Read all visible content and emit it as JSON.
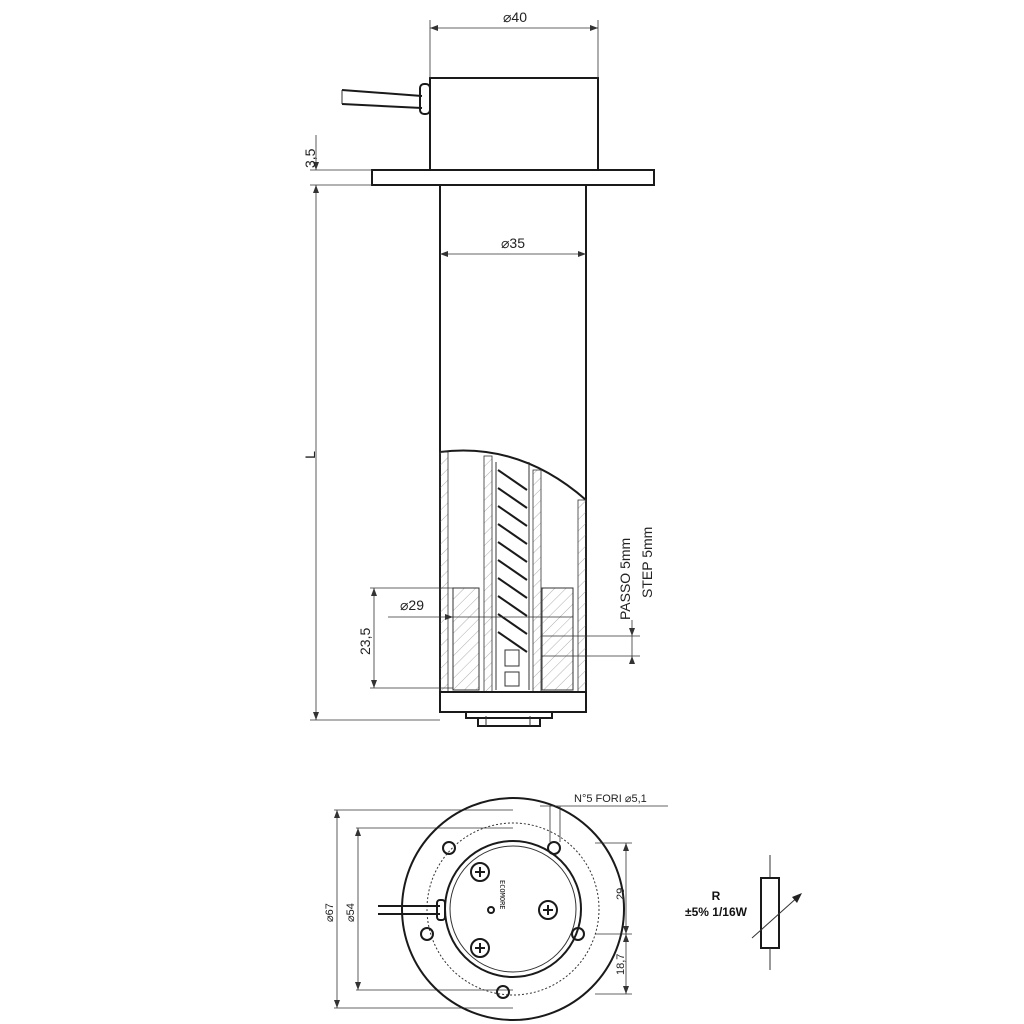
{
  "labels": {
    "dia_top": "⌀40",
    "dia_tube": "⌀35",
    "dia_float": "⌀29",
    "flange_thk": "3,5",
    "length": "L",
    "float_h": "23,5",
    "passo": "PASSO 5mm",
    "step": "STEP 5mm",
    "holes": "N°5 FORI ⌀5,1",
    "dia_outer": "⌀67",
    "dia_pcd": "⌀54",
    "dim_29": "29",
    "dim_187": "18,7",
    "res_r": "R",
    "res_spec": "±5% 1/16W",
    "brand": "ECOMORE"
  }
}
